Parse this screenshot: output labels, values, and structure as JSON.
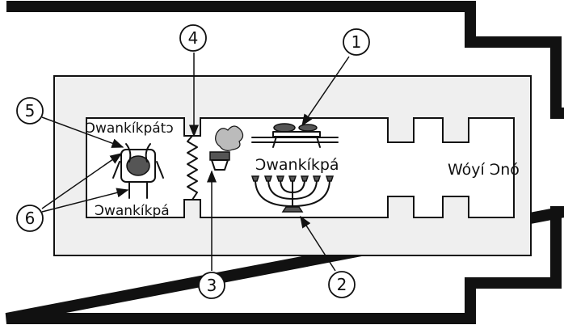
{
  "labels": {
    "holy_of_holies": "Ɔwankíkpátɔ",
    "holy_place": "Ɔwankíkpá",
    "holy_of_holies_lower": "Ɔwankíkpá",
    "courtyard": "Wóyí Ɔnó"
  },
  "callouts": [
    "1",
    "2",
    "3",
    "4",
    "5",
    "6"
  ],
  "colors": {
    "line": "#111111",
    "court_fill": "#efefef",
    "inner_fill": "#ffffff"
  },
  "icons": {
    "table": "table-of-showbread-icon",
    "lampstand": "menorah-icon",
    "altar": "incense-altar-icon",
    "veil": "veil-icon",
    "ark": "ark-of-covenant-icon"
  }
}
